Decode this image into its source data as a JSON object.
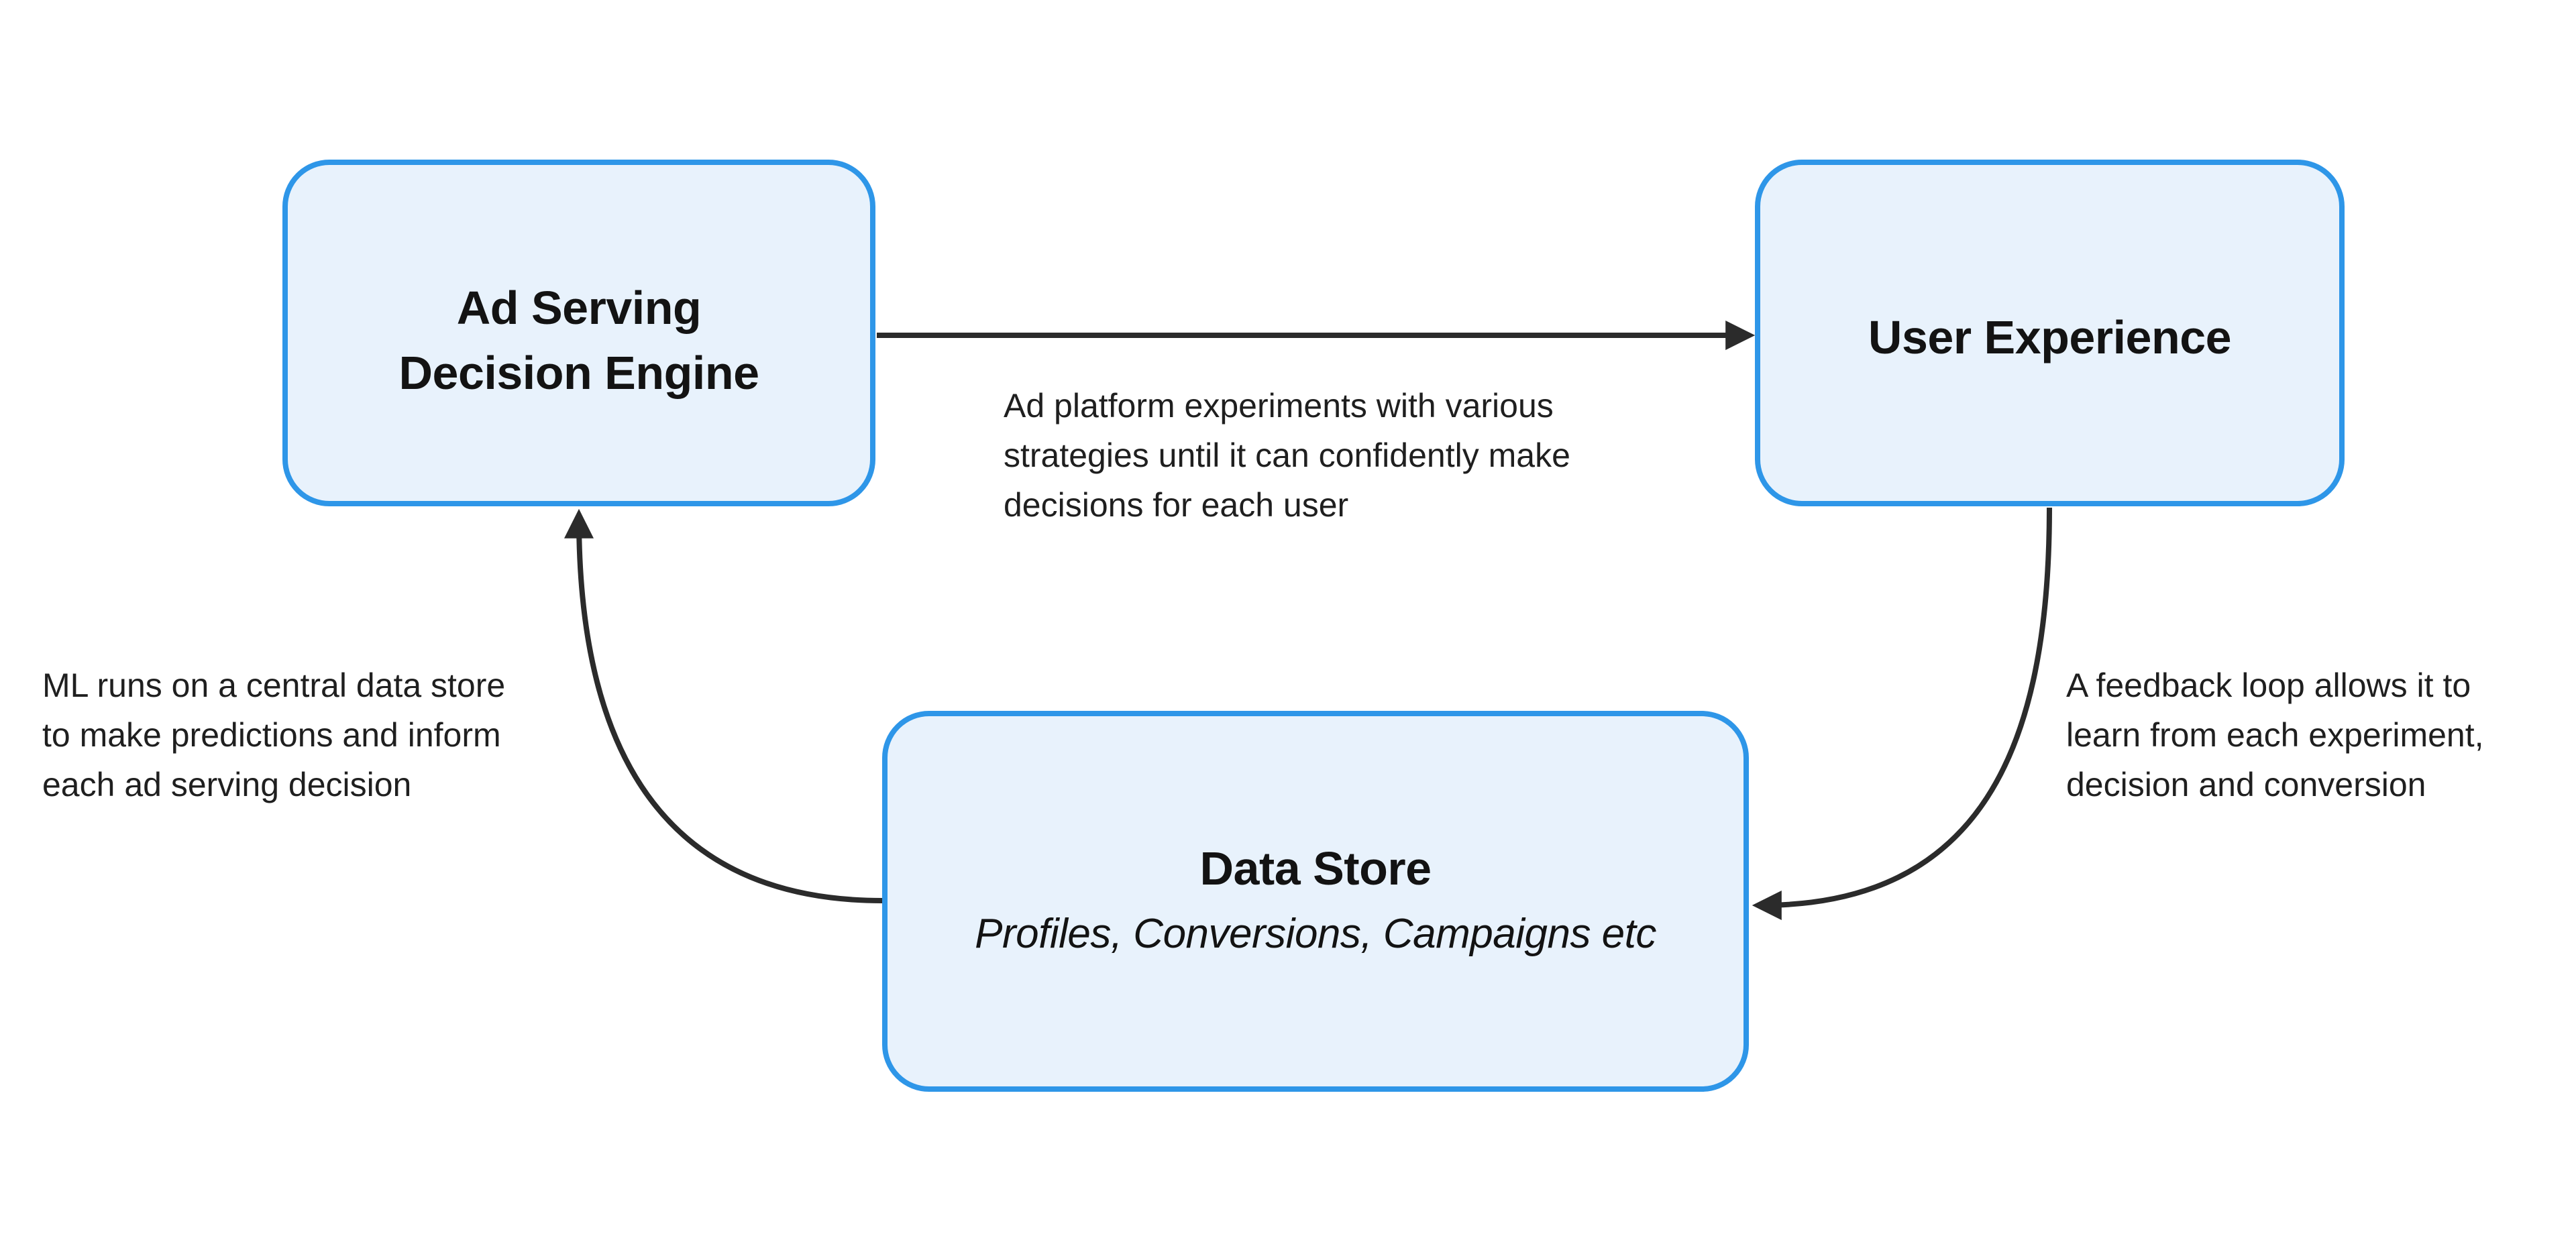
{
  "title": "Ad serving feedback loop diagram",
  "colors": {
    "background": "#ffffff",
    "node_fill": "#e8f2fc",
    "node_border": "#2e96e8",
    "arrow": "#2b2b2b",
    "heading_text": "#131313",
    "annotation_text": "#1f1f1f"
  },
  "nodes": {
    "ad_serving": {
      "line1": "Ad Serving",
      "line2": "Decision Engine"
    },
    "user_experience": {
      "title": "User Experience"
    },
    "data_store": {
      "title": "Data Store",
      "subtitle": "Profiles, Conversions, Campaigns etc"
    }
  },
  "annotations": {
    "top": {
      "line1": "Ad platform experiments with various",
      "line2": "strategies until it can confidently make",
      "line3": "decisions for each user"
    },
    "left": {
      "line1": "ML runs on a central data store",
      "line2": "to make predictions and inform",
      "line3": "each ad serving decision"
    },
    "right": {
      "line1": "A feedback loop allows it to",
      "line2": "learn from each experiment,",
      "line3": "decision and conversion"
    }
  }
}
